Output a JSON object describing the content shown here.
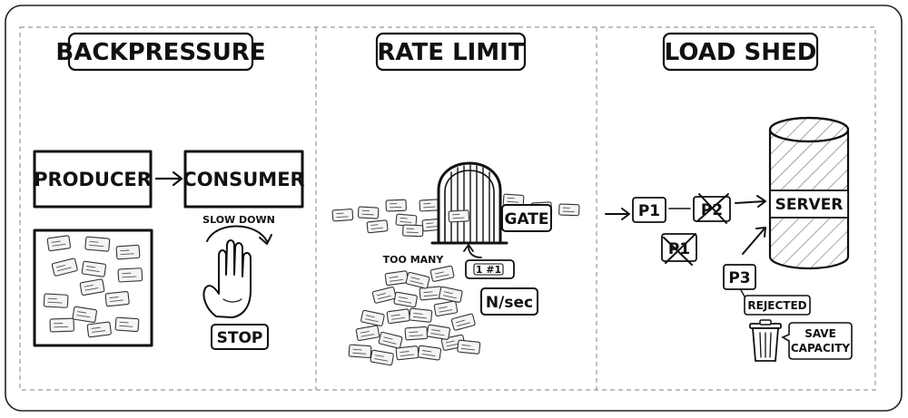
{
  "panels": {
    "backpressure": {
      "title": "BACKPRESSURE",
      "producer": "PRODUCER",
      "consumer": "CONSUMER",
      "slow_down": "SLOW DOWN",
      "stop": "STOP"
    },
    "rate_limit": {
      "title": "RATE LIMIT",
      "gate": "GATE",
      "too_many": "TOO MANY",
      "counter": "1 #1",
      "rate": "N/sec"
    },
    "load_shed": {
      "title": "LOAD SHED",
      "p1": "P1",
      "p2": "P2",
      "p1_dropped": "P1",
      "p3": "P3",
      "server": "SERVER",
      "rejected": "REJECTED",
      "save_line1": "SAVE",
      "save_line2": "CAPACITY"
    }
  }
}
